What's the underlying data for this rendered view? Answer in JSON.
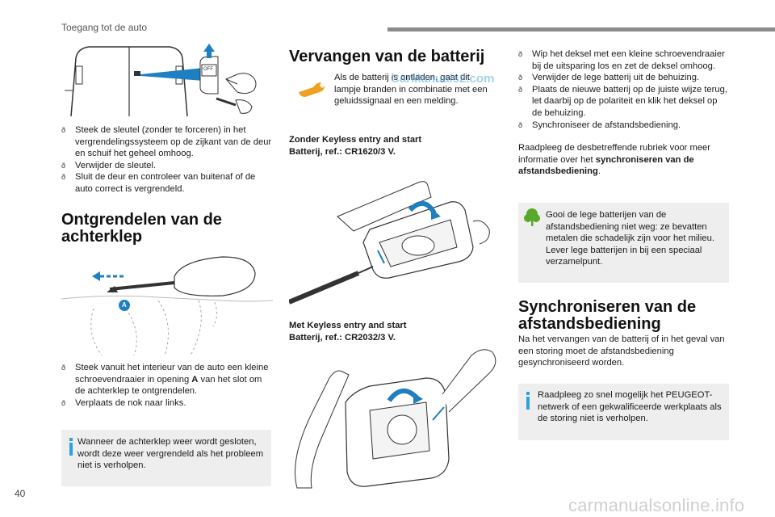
{
  "header": {
    "section": "Toegang tot de auto"
  },
  "page_number": "40",
  "watermark": "carmanualsonline.info",
  "watermark_overlay": "CarManuals2.com",
  "left": {
    "steps_top": [
      "Steek de sleutel (zonder te forceren) in het vergrendelingssysteem op de zijkant van de deur en schuif het geheel omhoog.",
      "Verwijder de sleutel.",
      "Sluit de deur en controleer van buitenaf of de auto correct is vergrendeld."
    ],
    "switch_label": "OFF",
    "heading_line1": "Ontgrendelen van de",
    "heading_line2": "achterklep",
    "marker_a": "A",
    "step1_pre": "Steek vanuit het interieur van de auto een kleine schroevendraaier in opening ",
    "step1_bold": "A",
    "step1_post": " van het slot om de achterklep te ontgrendelen.",
    "step2": "Verplaats de nok naar links.",
    "note": "Wanneer de achterklep weer wordt gesloten, wordt deze weer vergrendeld als het probleem niet is verholpen."
  },
  "middle": {
    "heading": "Vervangen van de batterij",
    "warning": "Als de batterij is ontladen, gaat dit lampje branden in combinatie met een geluidssignaal en een melding.",
    "sub1_line1": "Zonder Keyless entry and start",
    "sub1_line2": "Batterij, ref.: CR1620/3 V.",
    "sub2_line1": "Met Keyless entry and start",
    "sub2_line2": "Batterij, ref.: CR2032/3 V."
  },
  "right": {
    "steps": [
      "Wip het deksel met een kleine schroevendraaier bij de uitsparing los en zet de deksel omhoog.",
      "Verwijder de lege batterij uit de behuizing.",
      "Plaats de nieuwe batterij op de juiste wijze terug, let daarbij op de polariteit en klik het deksel op de behuizing.",
      "Synchroniseer de afstandsbediening."
    ],
    "ref_pre": "Raadpleeg de desbetreffende rubriek voor meer informatie over het ",
    "ref_bold": "synchroniseren van de afstandsbediening",
    "ref_post": ".",
    "eco_note": "Gooi de lege batterijen van de afstandsbediening niet weg: ze bevatten metalen die schadelijk zijn voor het milieu. Lever lege batterijen in bij een speciaal verzamelpunt.",
    "heading_line1": "Synchroniseren van de",
    "heading_line2": "afstandsbediening",
    "sync_text": "Na het vervangen van de batterij of in het geval van een storing moet de afstandsbediening gesynchroniseerd worden.",
    "note": "Raadpleeg zo snel mogelijk het PEUGEOT-netwerk of een gekwalificeerde werkplaats als de storing niet is verholpen."
  },
  "colors": {
    "accent_blue": "#2fa0e0",
    "eco_green": "#5aa82a",
    "note_bg": "#eeeeee",
    "tool_blue": "#1f7fc0"
  }
}
